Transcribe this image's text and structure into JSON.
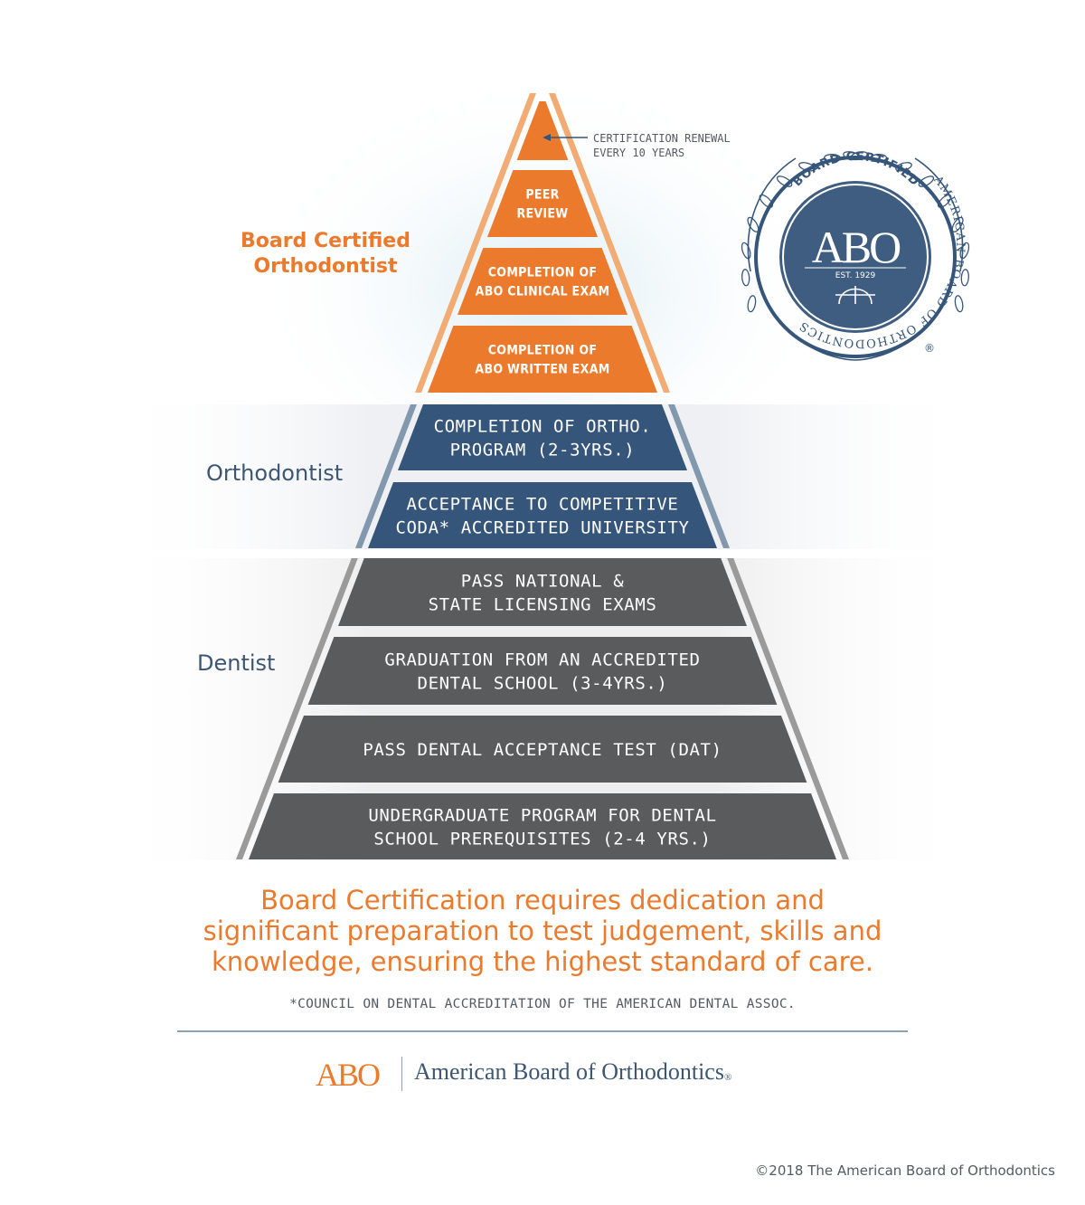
{
  "pyramid": {
    "tiers": [
      {
        "lines": [
          ""
        ],
        "color": "#ec7a2c"
      },
      {
        "lines": [
          "PEER",
          "REVIEW"
        ],
        "color": "#ec7a2c"
      },
      {
        "lines": [
          "COMPLETION OF",
          "ABO CLINICAL EXAM"
        ],
        "color": "#ec7a2c"
      },
      {
        "lines": [
          "COMPLETION OF",
          "ABO WRITTEN EXAM"
        ],
        "color": "#ec7a2c"
      },
      {
        "lines": [
          "COMPLETION OF ORTHO.",
          "PROGRAM (2-3YRS.)"
        ],
        "color": "#35567a"
      },
      {
        "lines": [
          "ACCEPTANCE TO COMPETITIVE",
          "CODA* ACCREDITED UNIVERSITY"
        ],
        "color": "#35567a"
      },
      {
        "lines": [
          "PASS NATIONAL &",
          "STATE LICENSING EXAMS"
        ],
        "color": "#5a5b5d"
      },
      {
        "lines": [
          "GRADUATION FROM AN ACCREDITED",
          "DENTAL SCHOOL (3-4YRS.)"
        ],
        "color": "#5a5b5d"
      },
      {
        "lines": [
          "PASS DENTAL ACCEPTANCE TEST (DAT)"
        ],
        "color": "#5a5b5d"
      },
      {
        "lines": [
          "UNDERGRADUATE PROGRAM FOR DENTAL",
          "SCHOOL PREREQUISITES (2-4 YRS.)"
        ],
        "color": "#5a5b5d"
      }
    ],
    "band_labels": {
      "board_certified": "Board Certified Orthodontist",
      "board_certified_line1": "Board Certified",
      "board_certified_line2": "Orthodontist",
      "orthodontist": "Orthodontist",
      "dentist": "Dentist"
    },
    "renewal_note": {
      "line1": "CERTIFICATION RENEWAL",
      "line2": "EVERY 10 YEARS"
    }
  },
  "seal": {
    "top_text": "BOARD CERTIFIED",
    "ring_text": "AMERICAN BOARD OF ORTHODONTICS",
    "center": "ABO",
    "established": "EST. 1929",
    "registered": "®"
  },
  "tagline": {
    "line1": "Board Certification requires dedication and",
    "line2": "significant preparation to test judgement, skills and",
    "line3": "knowledge, ensuring the highest standard of care."
  },
  "footnote": "*COUNCIL ON DENTAL ACCREDITATION OF THE AMERICAN DENTAL ASSOC.",
  "footer": {
    "logo": "ABO",
    "org_name": "American Board of Orthodontics",
    "registered": "®"
  },
  "copyright": "©2018 The American Board of Orthodontics",
  "colors": {
    "orange": "#ec7a2c",
    "orange_light": "#f3ab74",
    "navy": "#35567a",
    "navy_edge": "#8298ad",
    "gray": "#5a5b5d",
    "gray_edge": "#9a9a9a",
    "label_blue": "#3c5674"
  }
}
